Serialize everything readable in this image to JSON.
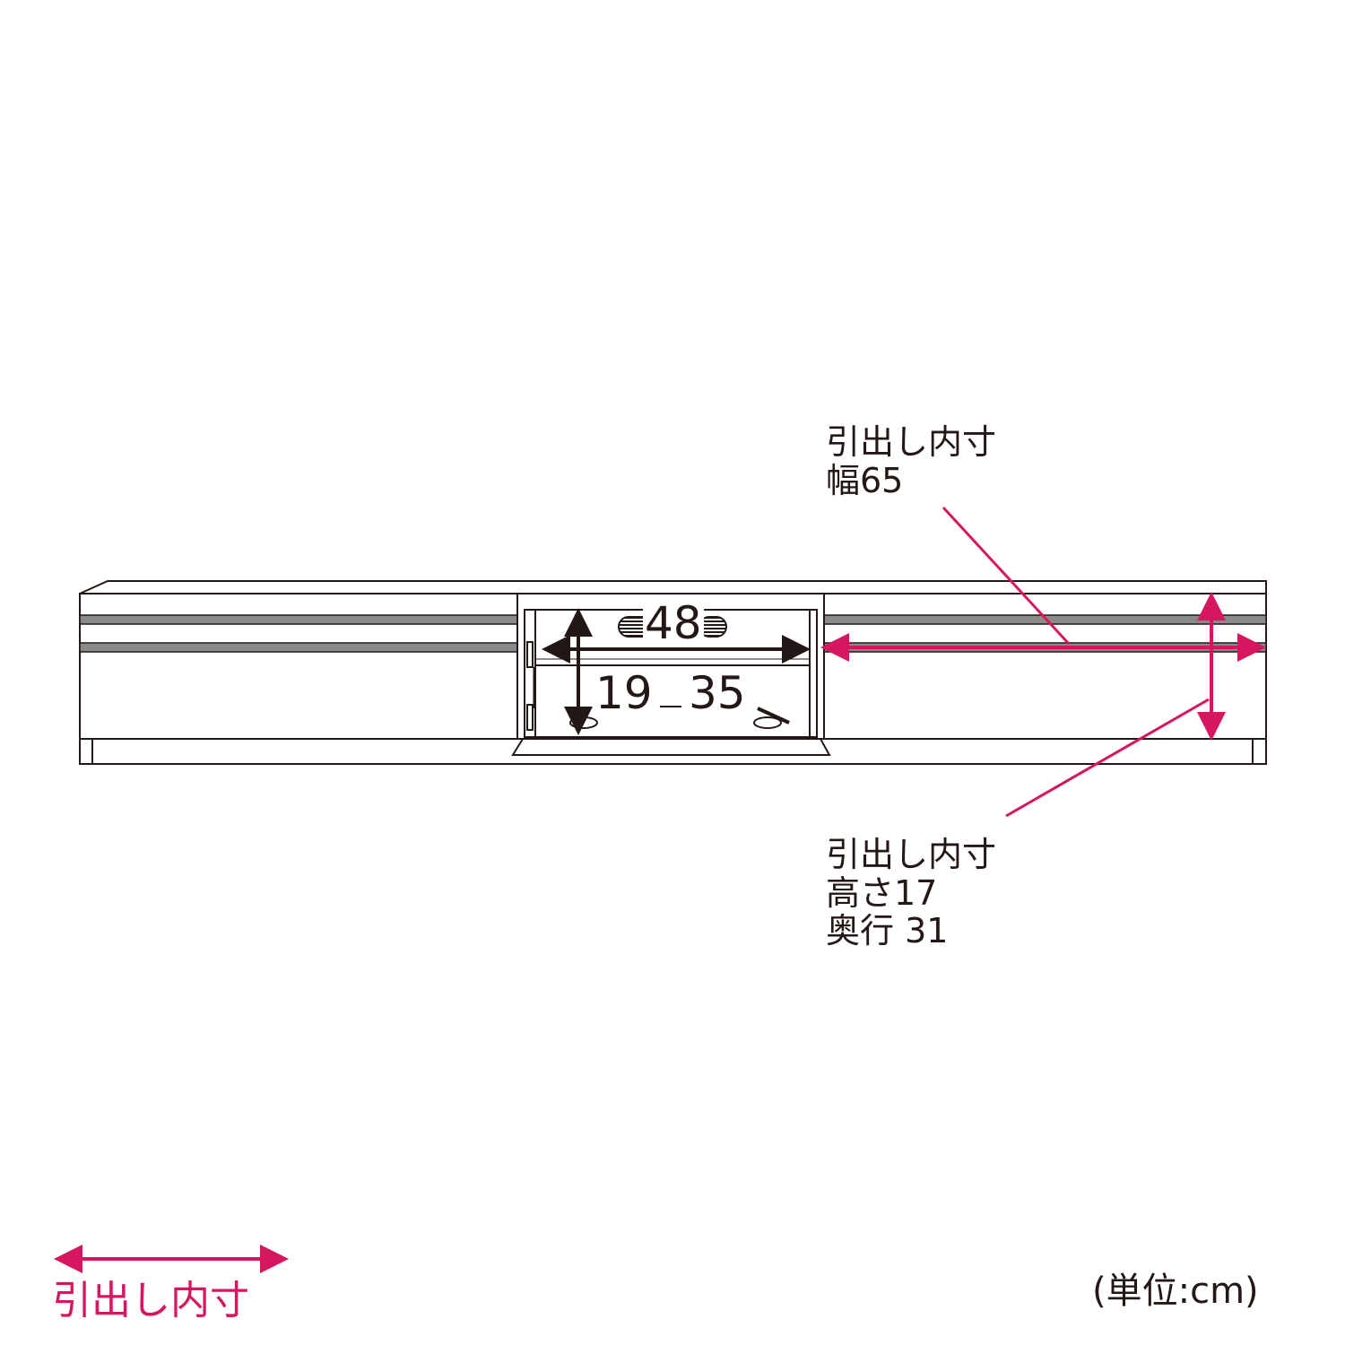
{
  "callouts": {
    "width": {
      "line1": "引出し内寸",
      "line2": "幅65"
    },
    "height_depth": {
      "line1": "引出し内寸",
      "line2": "高さ17",
      "line3": "奥行 31"
    }
  },
  "inner_dims": {
    "width": "48",
    "height": "19",
    "depth": "35"
  },
  "legend": {
    "label": "引出し内寸"
  },
  "unit": {
    "label": "(単位:cm)"
  },
  "colors": {
    "accent": "#d6175f",
    "line": "#231815",
    "band": "#8a8a8a"
  }
}
